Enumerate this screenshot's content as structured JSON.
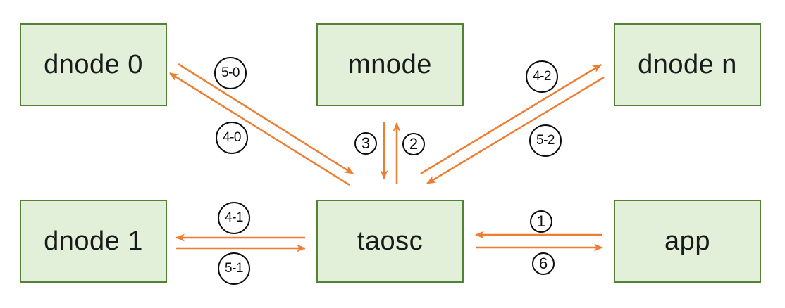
{
  "diagram": {
    "background": "#FFFFFF",
    "colors": {
      "node_fill": "#E2EFD9",
      "node_border": "#538135",
      "arrow": "#ED7D31",
      "label_circle_border": "#0D0D0D",
      "text": "#1A1A1A"
    },
    "nodes": [
      {
        "id": "dnode-0",
        "label": "dnode 0"
      },
      {
        "id": "mnode",
        "label": "mnode"
      },
      {
        "id": "dnode-n",
        "label": "dnode n"
      },
      {
        "id": "dnode-1",
        "label": "dnode 1"
      },
      {
        "id": "taosc",
        "label": "taosc"
      },
      {
        "id": "app",
        "label": "app"
      }
    ],
    "edges": [
      {
        "label": "5-0",
        "from": "dnode 0",
        "to": "taosc"
      },
      {
        "label": "4-0",
        "from": "taosc",
        "to": "dnode 0"
      },
      {
        "label": "3",
        "from": "mnode",
        "to": "taosc"
      },
      {
        "label": "2",
        "from": "taosc",
        "to": "mnode"
      },
      {
        "label": "4-2",
        "from": "taosc",
        "to": "dnode n"
      },
      {
        "label": "5-2",
        "from": "dnode n",
        "to": "taosc"
      },
      {
        "label": "4-1",
        "from": "taosc",
        "to": "dnode 1"
      },
      {
        "label": "5-1",
        "from": "dnode 1",
        "to": "taosc"
      },
      {
        "label": "1",
        "from": "app",
        "to": "taosc"
      },
      {
        "label": "6",
        "from": "taosc",
        "to": "app"
      }
    ]
  }
}
